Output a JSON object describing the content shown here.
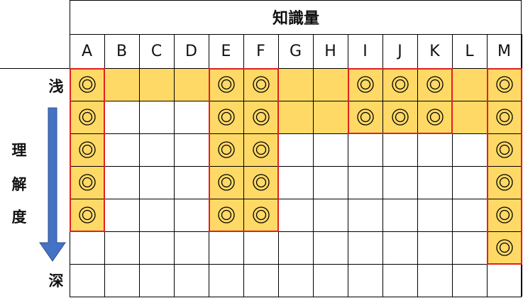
{
  "title": "知識量",
  "columns": [
    "A",
    "B",
    "C",
    "D",
    "E",
    "F",
    "G",
    "H",
    "I",
    "J",
    "K",
    "L",
    "M"
  ],
  "axis": {
    "top": "浅",
    "bottom": "深",
    "side_label": [
      "理",
      "解",
      "度"
    ]
  },
  "highlighted_rows": 1,
  "cells": [
    [
      1,
      1,
      1,
      1,
      1,
      1,
      1,
      1,
      1,
      1,
      1,
      1,
      1
    ],
    [
      1,
      0,
      0,
      0,
      1,
      1,
      1,
      1,
      1,
      1,
      1,
      1,
      1
    ],
    [
      1,
      0,
      0,
      0,
      1,
      1,
      0,
      0,
      0,
      0,
      0,
      0,
      1
    ],
    [
      1,
      0,
      0,
      0,
      1,
      1,
      0,
      0,
      0,
      0,
      0,
      0,
      1
    ],
    [
      1,
      0,
      0,
      0,
      1,
      1,
      0,
      0,
      0,
      0,
      0,
      0,
      1
    ],
    [
      0,
      0,
      0,
      0,
      0,
      0,
      0,
      0,
      0,
      0,
      0,
      0,
      1
    ],
    [
      0,
      0,
      0,
      0,
      0,
      0,
      0,
      0,
      0,
      0,
      0,
      0,
      0
    ]
  ],
  "marks": [
    [
      1,
      0,
      0,
      0,
      1,
      1,
      0,
      0,
      1,
      1,
      1,
      0,
      1
    ],
    [
      1,
      0,
      0,
      0,
      1,
      1,
      0,
      0,
      1,
      1,
      1,
      0,
      1
    ],
    [
      1,
      0,
      0,
      0,
      1,
      1,
      0,
      0,
      0,
      0,
      0,
      0,
      1
    ],
    [
      1,
      0,
      0,
      0,
      1,
      1,
      0,
      0,
      0,
      0,
      0,
      0,
      1
    ],
    [
      1,
      0,
      0,
      0,
      1,
      1,
      0,
      0,
      0,
      0,
      0,
      0,
      1
    ],
    [
      0,
      0,
      0,
      0,
      0,
      0,
      0,
      0,
      0,
      0,
      0,
      0,
      1
    ],
    [
      0,
      0,
      0,
      0,
      0,
      0,
      0,
      0,
      0,
      0,
      0,
      0,
      0
    ]
  ],
  "groups": [
    {
      "cols": [
        0,
        0
      ],
      "rows": [
        0,
        4
      ]
    },
    {
      "cols": [
        4,
        5
      ],
      "rows": [
        0,
        4
      ]
    },
    {
      "cols": [
        8,
        10
      ],
      "rows": [
        0,
        1
      ]
    },
    {
      "cols": [
        12,
        12
      ],
      "rows": [
        0,
        5
      ]
    }
  ],
  "colors": {
    "fill": "#FFD966",
    "group_border": "#E02020",
    "grid": "#000000",
    "arrow": "#4472C4",
    "mark": "#000000"
  }
}
